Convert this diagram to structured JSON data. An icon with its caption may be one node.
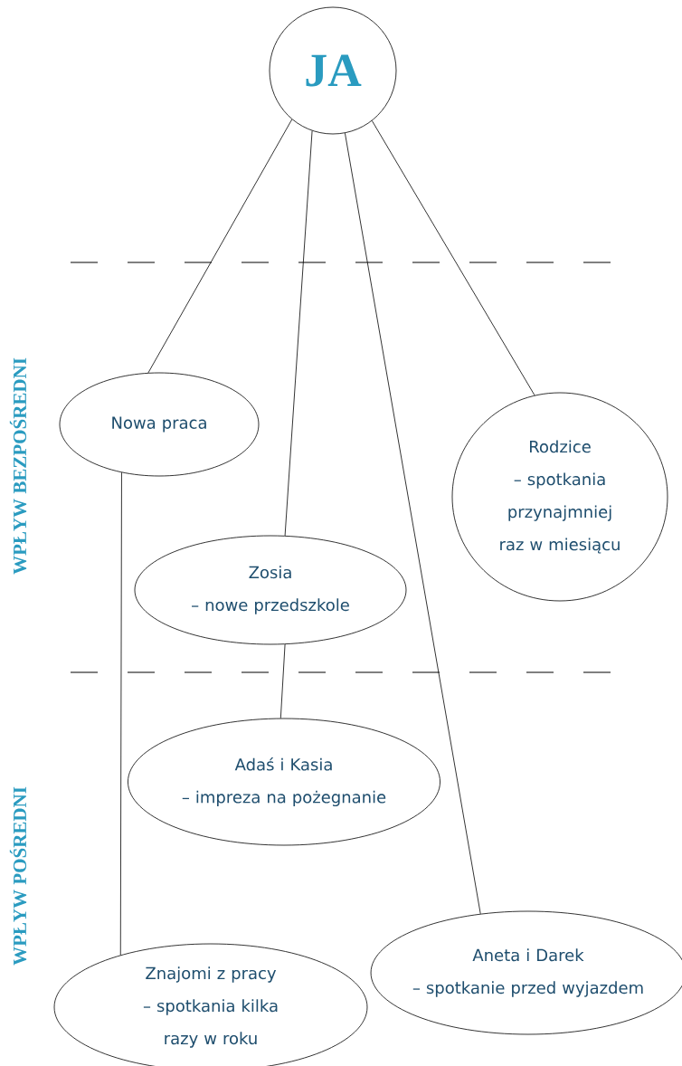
{
  "diagram": {
    "nodes": [
      {
        "text": [
          "JA"
        ]
      },
      {
        "text": [
          "Nowa praca"
        ]
      },
      {
        "text": [
          "Zosia",
          "– nowe przedszkole"
        ]
      },
      {
        "text": [
          "Rodzice",
          "– spotkania przynajmniej raz w miesiącu"
        ]
      },
      {
        "text": [
          "Adaś i Kasia",
          "– impreza na pożegnanie"
        ]
      },
      {
        "text": [
          "Znajomi z pracy",
          "– spotkania kilka razy w roku"
        ]
      },
      {
        "text": [
          "Aneta i Darek",
          "– spotkanie przed wyjazdem"
        ]
      }
    ],
    "edges": [
      {
        "from": 0,
        "to": 1,
        "arrow": "none"
      },
      {
        "from": 0,
        "to": 2,
        "arrow": "none"
      },
      {
        "from": 0,
        "to": 6,
        "arrow": "none"
      },
      {
        "from": 0,
        "to": 3,
        "arrow": "none"
      },
      {
        "from": 2,
        "to": 4,
        "arrow": "none"
      },
      {
        "from": 1,
        "to": 5,
        "arrow": "none"
      }
    ],
    "labels": [
      "WPŁYW BEZPOŚREDNI",
      "WPŁYW POŚREDNI"
    ]
  }
}
